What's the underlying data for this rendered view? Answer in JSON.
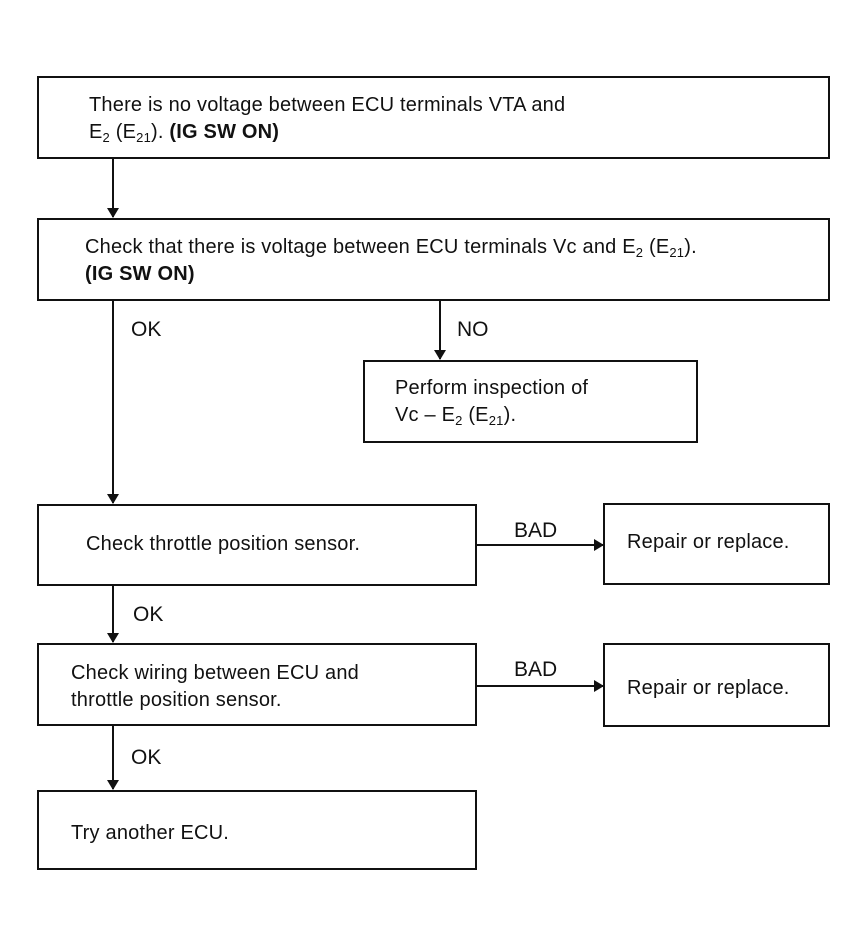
{
  "flowchart": {
    "start": {
      "line1": "There is no voltage between ECU terminals VTA and",
      "line2_e": "E",
      "line2_sub": "2",
      "line2_mid": " (E",
      "line2_sub2": "21",
      "line2_close": "). ",
      "line2_bold": "(IG SW ON)"
    },
    "check_vc": {
      "line1_a": "Check that there is voltage between ECU terminals Vc and E",
      "line1_sub": "2",
      "line1_b": " (E",
      "line1_sub2": "21",
      "line1_c": ").",
      "line2_bold": "(IG SW ON)"
    },
    "inspect_vc": {
      "line1": "Perform inspection of",
      "line2_a": "Vc – E",
      "line2_sub": "2",
      "line2_b": " (E",
      "line2_sub2": "21",
      "line2_c": ")."
    },
    "check_sensor": {
      "text": "Check throttle position sensor."
    },
    "repair_1": {
      "text": "Repair or replace."
    },
    "check_wiring": {
      "line1": "Check wiring between ECU and",
      "line2": "throttle position sensor."
    },
    "repair_2": {
      "text": "Repair or replace."
    },
    "try_ecu": {
      "text": "Try another ECU."
    },
    "labels": {
      "ok_1": "OK",
      "no_1": "NO",
      "bad_1": "BAD",
      "ok_2": "OK",
      "bad_2": "BAD",
      "ok_3": "OK"
    }
  }
}
